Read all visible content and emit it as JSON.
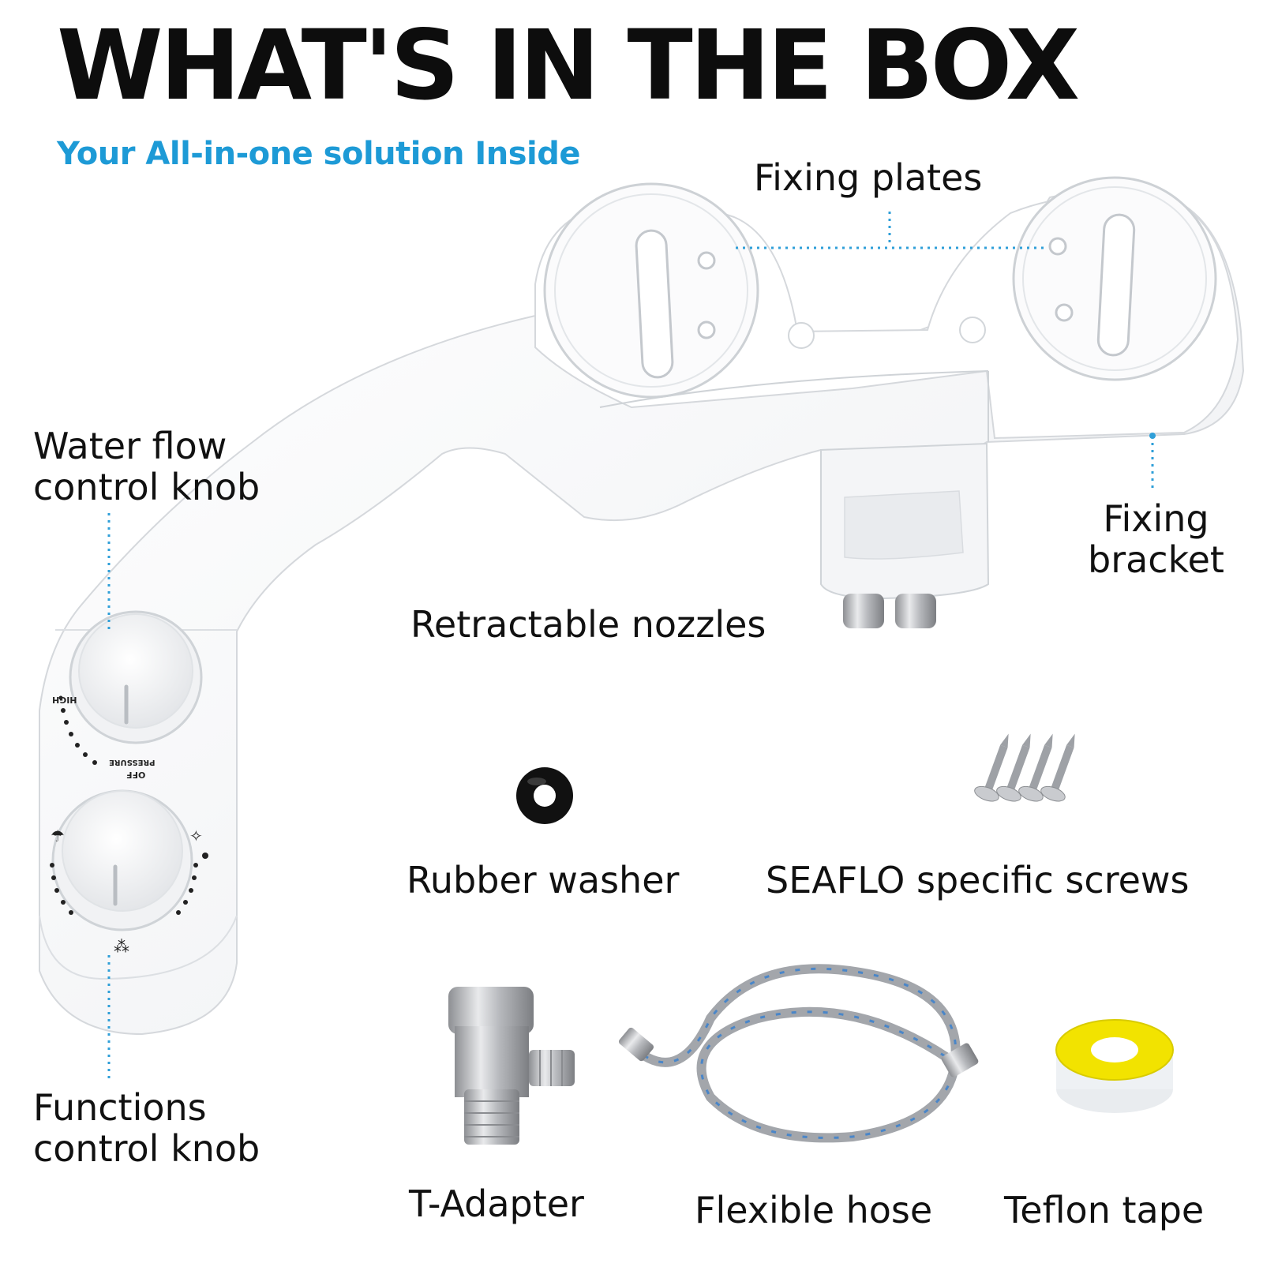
{
  "header": {
    "title": "WHAT'S IN THE BOX",
    "subtitle": "Your All-in-one solution Inside"
  },
  "labels": {
    "fixing_plates": "Fixing plates",
    "water_flow_knob": [
      "Water flow",
      "control knob"
    ],
    "fixing_bracket": [
      "Fixing",
      "bracket"
    ],
    "retractable_nozzles": "Retractable nozzles",
    "functions_knob": [
      "Functions",
      "control knob"
    ],
    "rubber_washer": "Rubber washer",
    "screws": "SEAFLO specific screws",
    "t_adapter": "T-Adapter",
    "flexible_hose": "Flexible hose",
    "teflon_tape": "Teflon tape"
  },
  "device_markings": {
    "pressure_high": "HIGH",
    "pressure_off": "OFF",
    "pressure_label": "PRESSURE"
  },
  "colors": {
    "accent": "#1d9ad6",
    "leader_line": "#2f9fd8",
    "teflon_yellow": "#f2e300"
  }
}
